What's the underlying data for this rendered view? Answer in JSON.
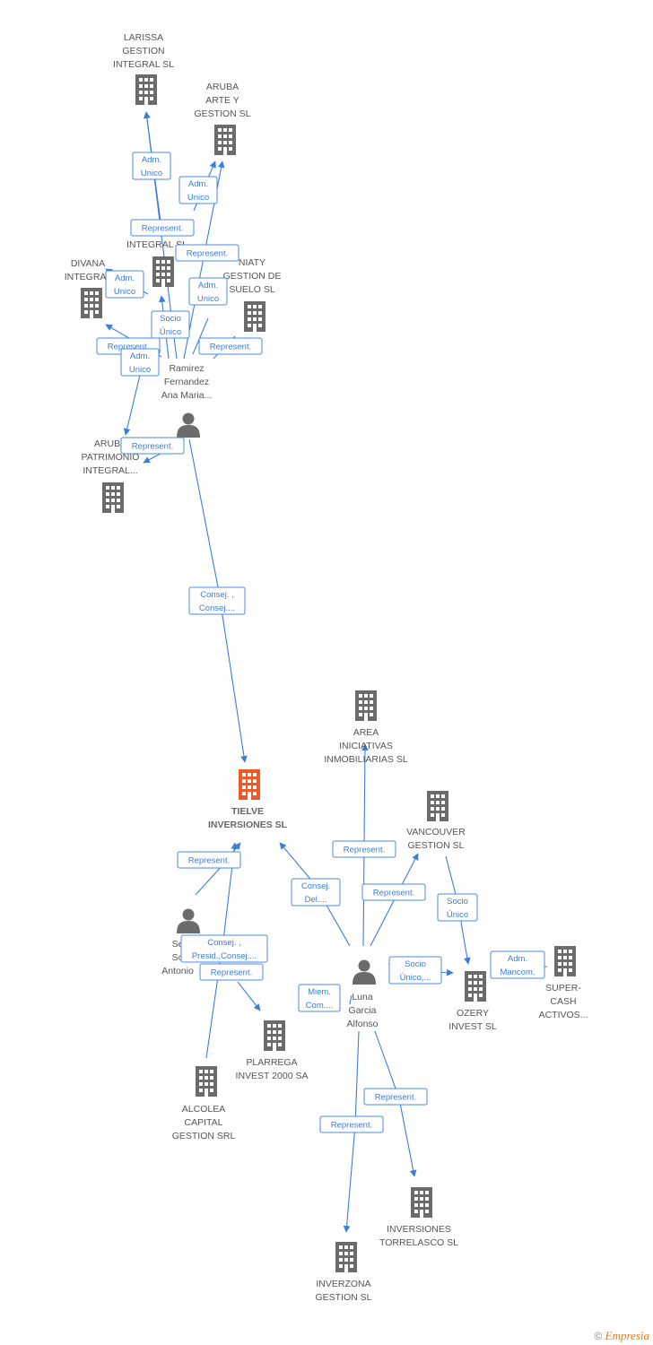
{
  "colors": {
    "edge": "#3b7dd8",
    "building": "#6b6b6b",
    "focus": "#f05a28",
    "person": "#6b6b6b"
  },
  "nodes": [
    {
      "id": "larissa",
      "type": "company",
      "lines": [
        "LARISSA",
        "GESTION",
        "INTEGRAL SL"
      ]
    },
    {
      "id": "aruba_arte",
      "type": "company",
      "lines": [
        "ARUBA",
        "ARTE Y",
        "GESTION SL"
      ]
    },
    {
      "id": "integral_sl",
      "type": "company",
      "lines": [
        "INTEGRAL SL"
      ]
    },
    {
      "id": "divana",
      "type": "company",
      "lines": [
        "DIVANA",
        "INTEGRAL"
      ]
    },
    {
      "id": "niaty",
      "type": "company",
      "lines": [
        "NIATY",
        "GESTION DE",
        "SUELO  SL"
      ]
    },
    {
      "id": "ramirez",
      "type": "person",
      "lines": [
        "Ramirez",
        "Fernandez",
        "Ana Maria..."
      ]
    },
    {
      "id": "aruba_patrimonio",
      "type": "company",
      "lines": [
        "ARUBA",
        "PATRIMONIO",
        "INTEGRAL..."
      ]
    },
    {
      "id": "area",
      "type": "company",
      "lines": [
        "AREA",
        "INICIATIVAS",
        "INMOBILIARIAS SL"
      ]
    },
    {
      "id": "tielve",
      "type": "focus",
      "lines": [
        "TIELVE",
        "INVERSIONES SL"
      ]
    },
    {
      "id": "vancouver",
      "type": "company",
      "lines": [
        "VANCOUVER",
        "GESTION SL"
      ]
    },
    {
      "id": "se",
      "type": "person",
      "lines": [
        "Se",
        "So",
        "Antonio"
      ]
    },
    {
      "id": "luna",
      "type": "person",
      "lines": [
        "Luna",
        "Garcia",
        "Alfonso"
      ]
    },
    {
      "id": "ozery",
      "type": "company",
      "lines": [
        "OZERY",
        "INVEST SL"
      ]
    },
    {
      "id": "supercash",
      "type": "company",
      "lines": [
        "SUPER-",
        "CASH",
        "ACTIVOS..."
      ]
    },
    {
      "id": "plarrega",
      "type": "company",
      "lines": [
        "PLARREGA",
        "INVEST 2000 SA"
      ]
    },
    {
      "id": "alcolea",
      "type": "company",
      "lines": [
        "ALCOLEA",
        "CAPITAL",
        "GESTION SRL"
      ]
    },
    {
      "id": "torrelasco",
      "type": "company",
      "lines": [
        "INVERSIONES",
        "TORRELASCO SL"
      ]
    },
    {
      "id": "inverzona",
      "type": "company",
      "lines": [
        "INVERZONA",
        "GESTION SL"
      ]
    }
  ],
  "edges": [
    {
      "id": "e1",
      "lines": [
        "Adm.",
        "Unico"
      ]
    },
    {
      "id": "e2",
      "lines": [
        "Adm.",
        "Unico"
      ]
    },
    {
      "id": "e3",
      "lines": [
        "Represent."
      ]
    },
    {
      "id": "e4",
      "lines": [
        "Represent."
      ]
    },
    {
      "id": "e5",
      "lines": [
        "Adm.",
        "Unico"
      ]
    },
    {
      "id": "e6",
      "lines": [
        "Adm.",
        "Unico"
      ]
    },
    {
      "id": "e7",
      "lines": [
        "Socio",
        "Único"
      ]
    },
    {
      "id": "e8",
      "lines": [
        "Represent."
      ]
    },
    {
      "id": "e9",
      "lines": [
        "Represent."
      ]
    },
    {
      "id": "e10",
      "lines": [
        "Adm.",
        "Unico"
      ]
    },
    {
      "id": "e11",
      "lines": [
        "Represent."
      ]
    },
    {
      "id": "e12",
      "lines": [
        "Consej. ,",
        "Consej...."
      ]
    },
    {
      "id": "e13",
      "lines": [
        "Represent."
      ]
    },
    {
      "id": "e14",
      "lines": [
        "Consej.",
        "Del...."
      ]
    },
    {
      "id": "e15",
      "lines": [
        "Represent."
      ]
    },
    {
      "id": "e16",
      "lines": [
        "Represent."
      ]
    },
    {
      "id": "e17",
      "lines": [
        "Socio",
        "Único"
      ]
    },
    {
      "id": "e18",
      "lines": [
        "Socio",
        "Único,..."
      ]
    },
    {
      "id": "e19",
      "lines": [
        "Adm.",
        "Mancom."
      ]
    },
    {
      "id": "e20",
      "lines": [
        "Consej. ,",
        "Presid.,Consej...."
      ]
    },
    {
      "id": "e21",
      "lines": [
        "Represent."
      ]
    },
    {
      "id": "e22",
      "lines": [
        "Miem.",
        "Com...."
      ]
    },
    {
      "id": "e23",
      "lines": [
        "Represent."
      ]
    },
    {
      "id": "e24",
      "lines": [
        "Represent."
      ]
    }
  ],
  "footer": {
    "symbol": "©",
    "brand": "Empresia"
  }
}
